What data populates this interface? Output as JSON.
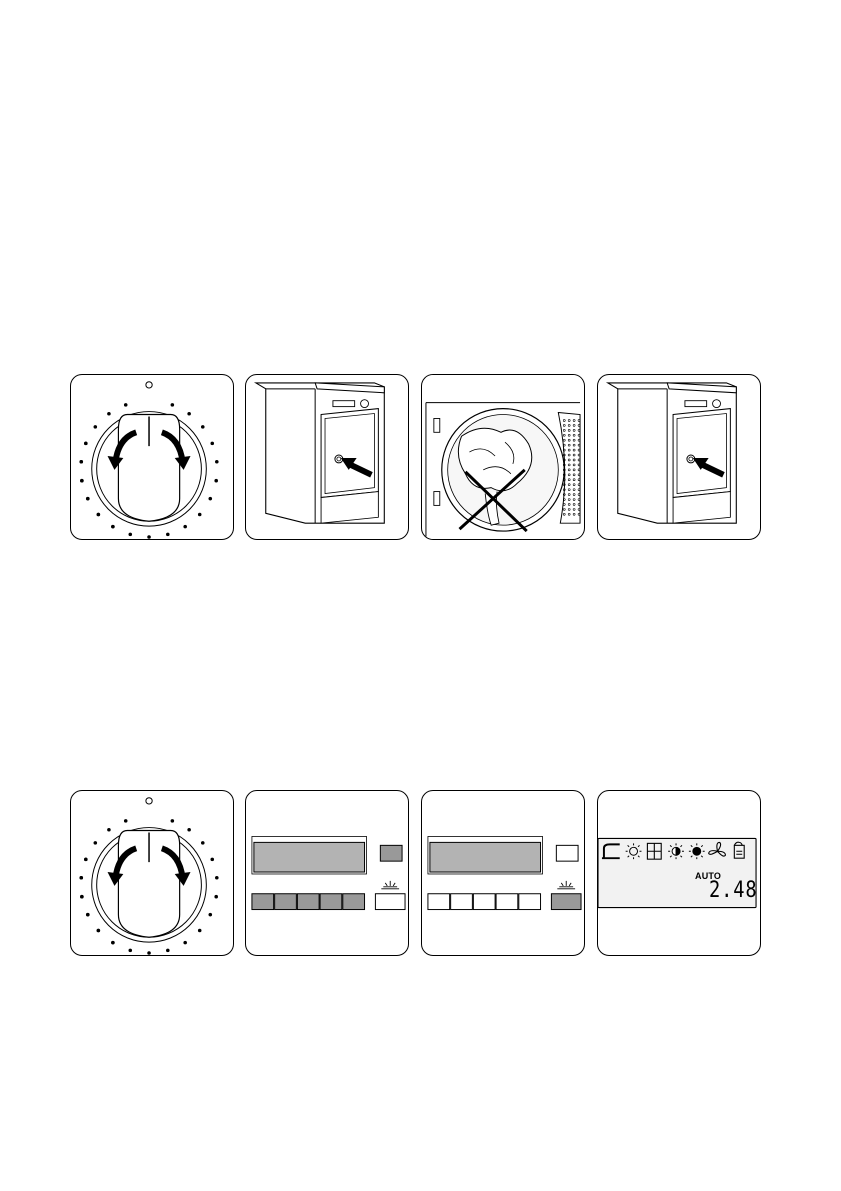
{
  "figures": [
    {
      "id": "knob-top",
      "icon": "program-dial-icon"
    },
    {
      "id": "dryer-push-door",
      "icon": "dryer-door-close-icon"
    },
    {
      "id": "drum-overfill",
      "icon": "no-overfill-icon"
    },
    {
      "id": "dryer-push-door-2",
      "icon": "dryer-door-close-icon"
    },
    {
      "id": "knob-bottom",
      "icon": "program-dial-icon"
    },
    {
      "id": "panel-options-on",
      "icon": "options-display-icon"
    },
    {
      "id": "panel-start-on",
      "icon": "start-display-icon"
    },
    {
      "id": "lcd-display",
      "icon": "lcd-display-icon"
    }
  ],
  "display": {
    "mode": "AUTO",
    "time": "2.48"
  },
  "colors": {
    "line": "#000000",
    "fill_gray": "#999999",
    "lcd_bg": "#f2f2f2"
  }
}
